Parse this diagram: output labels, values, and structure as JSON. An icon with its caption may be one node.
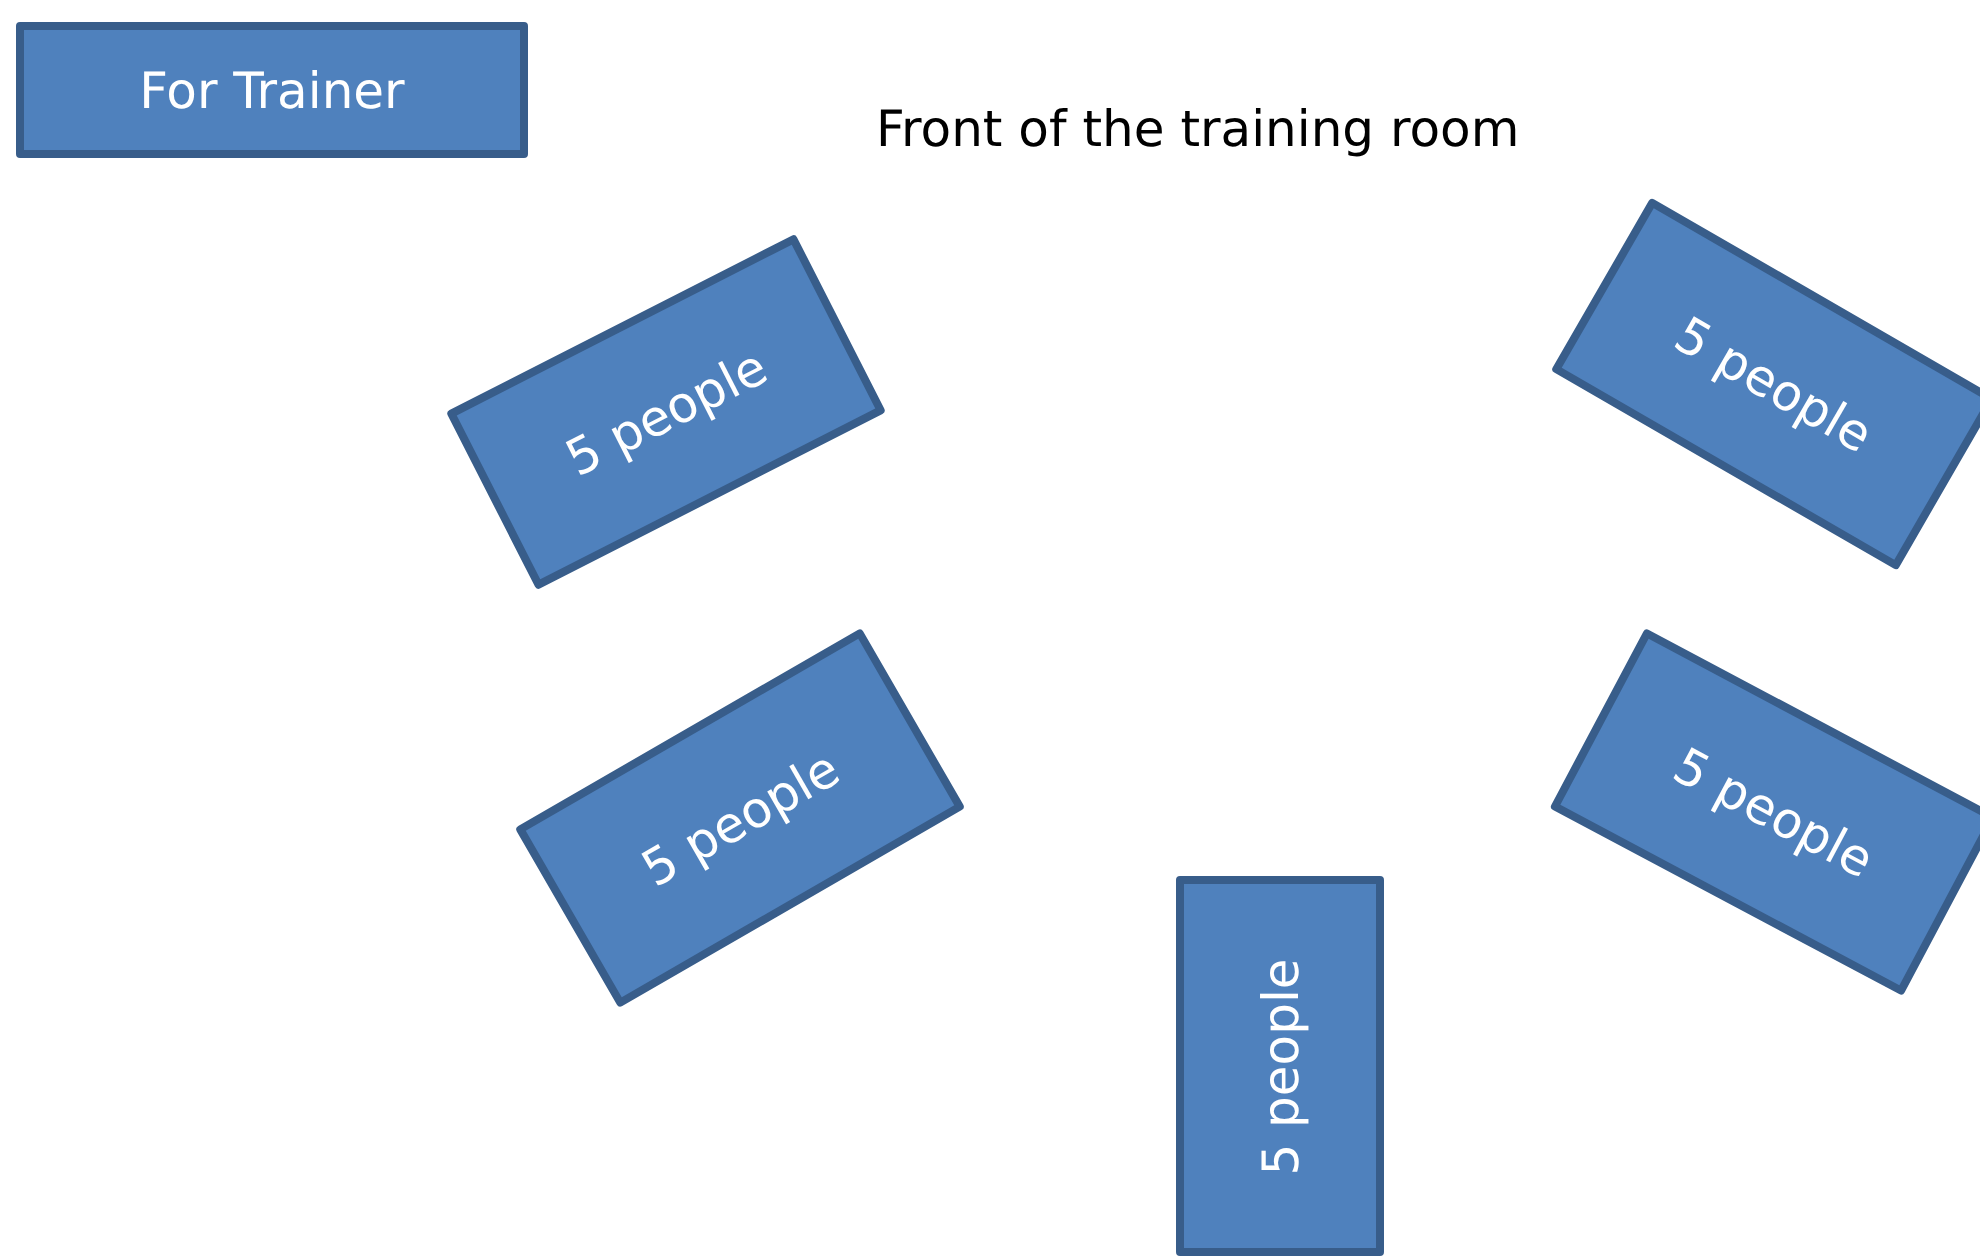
{
  "diagram": {
    "nodes": [
      {
        "text": [
          "For Trainer"
        ]
      },
      {
        "text": [
          "5 people"
        ]
      },
      {
        "text": [
          "5 people"
        ]
      },
      {
        "text": [
          "5 people"
        ]
      },
      {
        "text": [
          "5 people"
        ]
      },
      {
        "text": [
          "5 people"
        ]
      }
    ],
    "labels": [
      "Front of the training room"
    ]
  }
}
